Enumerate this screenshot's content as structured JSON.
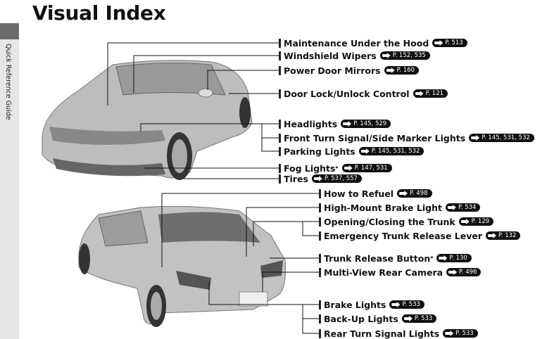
{
  "page_title": "Visual Index",
  "side_tab": "Quick Reference Guide",
  "front_items": [
    {
      "label": "Maintenance Under the Hood",
      "ref": "P. 513"
    },
    {
      "label": "Windshield Wipers",
      "ref": "P. 152, 535"
    },
    {
      "label": "Power Door Mirrors",
      "ref": "P. 160"
    },
    {
      "label": "Door Lock/Unlock Control",
      "ref": "P. 121"
    },
    {
      "label": "Headlights",
      "ref": "P. 145, 529"
    },
    {
      "label": "Front Turn Signal/Side Marker Lights",
      "ref": "P. 145, 531, 532"
    },
    {
      "label": "Parking Lights",
      "ref": "P. 145, 531, 532"
    },
    {
      "label": "Fog Lights",
      "star": "*",
      "ref": "P. 147, 531"
    },
    {
      "label": "Tires",
      "ref": "P. 537, 557"
    }
  ],
  "rear_items": [
    {
      "label": "How to Refuel",
      "ref": "P. 498"
    },
    {
      "label": "High-Mount Brake Light",
      "ref": "P. 534"
    },
    {
      "label": "Opening/Closing the Trunk",
      "ref": "P. 129"
    },
    {
      "label": "Emergency Trunk Release Lever",
      "ref": "P. 132"
    },
    {
      "label": "Trunk Release Button",
      "star": "*",
      "ref": "P. 130"
    },
    {
      "label": "Multi-View Rear Camera",
      "ref": "P. 496"
    },
    {
      "label": "Brake Lights",
      "ref": "P. 533"
    },
    {
      "label": "Back-Up Lights",
      "ref": "P. 533"
    },
    {
      "label": "Rear Turn Signal Lights",
      "ref": "P. 533"
    }
  ]
}
